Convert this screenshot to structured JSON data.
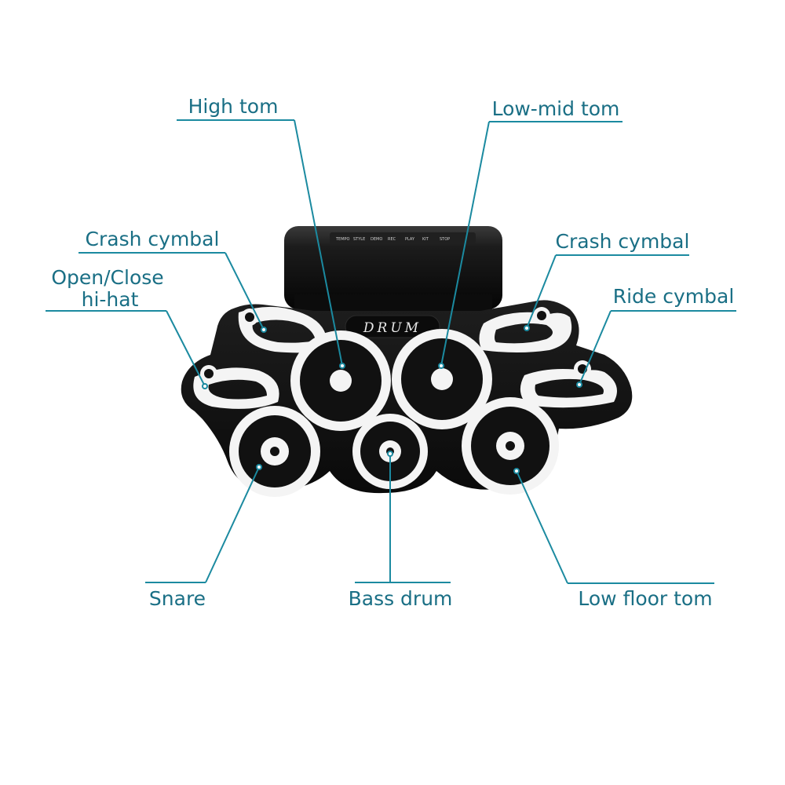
{
  "labels": {
    "high_tom": "High tom",
    "low_mid_tom": "Low-mid tom",
    "crash_cymbal_left": "Crash cymbal",
    "crash_cymbal_right": "Crash cymbal",
    "open_close_hihat_line1": "Open/Close",
    "open_close_hihat_line2": "hi-hat",
    "ride_cymbal": "Ride cymbal",
    "snare": "Snare",
    "bass_drum": "Bass drum",
    "low_floor_tom": "Low floor tom"
  },
  "device": {
    "brand_text": "DRUM",
    "panel_buttons": [
      "TEMPO",
      "STYLE",
      "DEMO",
      "REC",
      "PLAY",
      "KIT",
      "STOP"
    ]
  },
  "colors": {
    "accent": "#1b8aa0",
    "label_text": "#1a6f85",
    "pad_body": "#111111",
    "pad_ring": "#f4f4f4"
  }
}
